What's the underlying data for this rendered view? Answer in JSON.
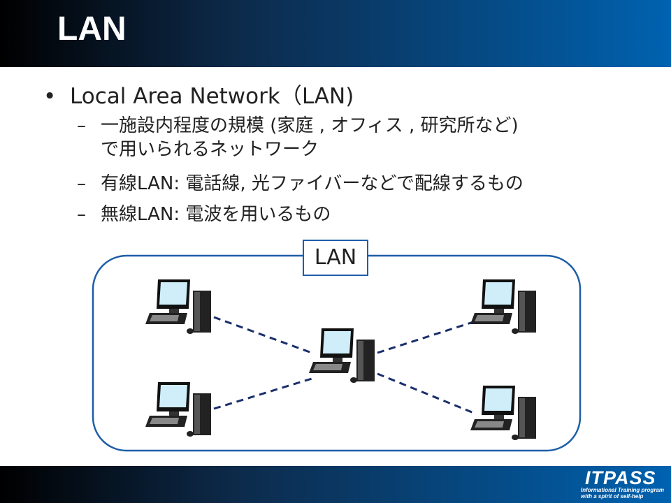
{
  "title": "LAN",
  "bullets": {
    "main": "Local Area Network（LAN)",
    "sub": [
      {
        "line1": "一施設内程度の規模 (家庭 , オフィス , 研究所など)",
        "line2": "で用いられるネットワーク"
      },
      {
        "line1": "有線LAN: 電話線, 光ファイバーなどで配線するもの"
      },
      {
        "line1": "無線LAN: 電波を用いるもの"
      }
    ]
  },
  "diagram": {
    "label": "LAN",
    "colors": {
      "border": "#1f5ea8",
      "link": "#1a2f6b"
    }
  },
  "logo": {
    "name": "ITPASS",
    "tagline1": "Informational Training program",
    "tagline2": "with a spirit of self-help"
  }
}
